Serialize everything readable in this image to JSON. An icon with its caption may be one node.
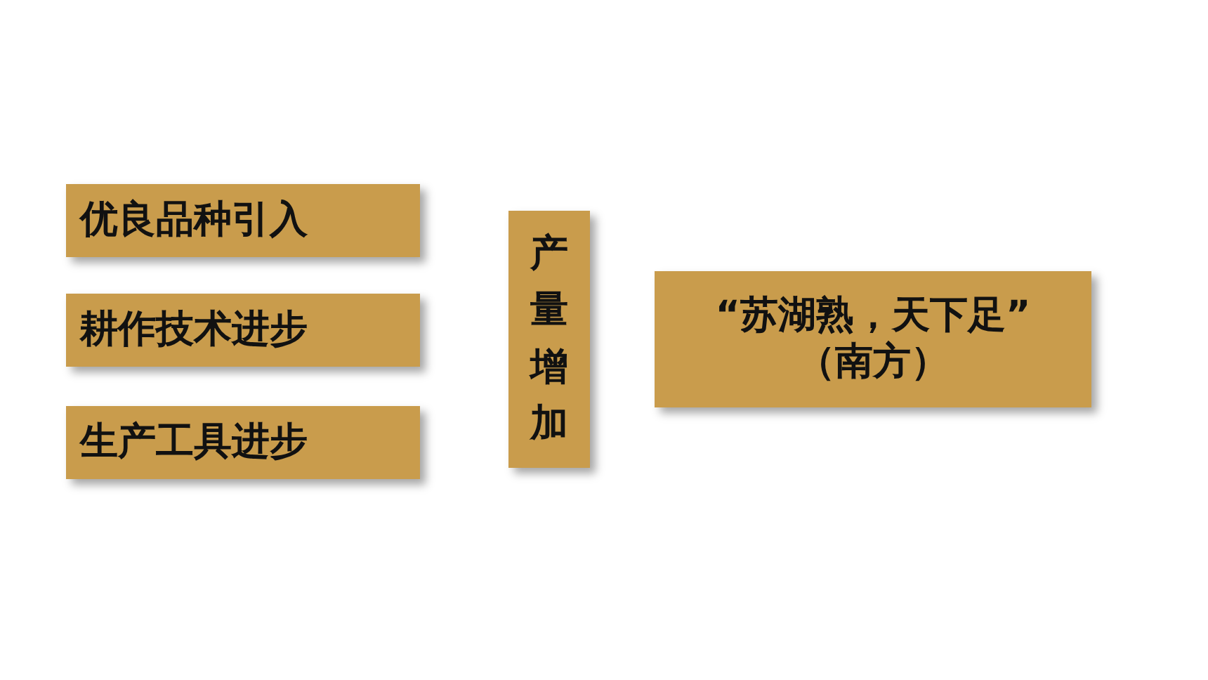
{
  "diagram": {
    "nodes": [
      {
        "text": [
          "优良品种引入"
        ]
      },
      {
        "text": [
          "耕作技术进步"
        ]
      },
      {
        "text": [
          "生产工具进步"
        ]
      },
      {
        "text": [
          "产量增加"
        ]
      },
      {
        "text": [
          "“苏湖熟，天下足”",
          "（南方）"
        ]
      }
    ]
  }
}
